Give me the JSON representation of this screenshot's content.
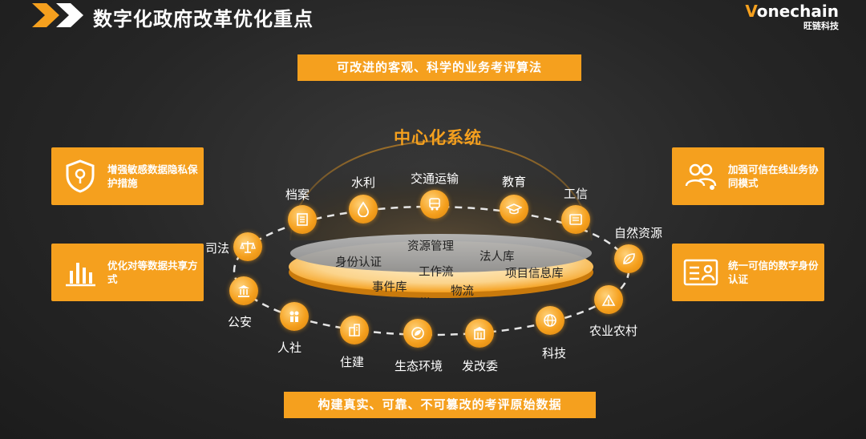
{
  "header": {
    "title": "数字化政府改革优化重点"
  },
  "logo": {
    "brand_prefix": "V",
    "brand_rest": "onechain",
    "subtitle": "旺链科技"
  },
  "banners": {
    "top": "可改进的客观、科学的业务考评算法",
    "bottom": "构建真实、可靠、不可篡改的考评原始数据"
  },
  "center": {
    "title": "中心化系统"
  },
  "side_boxes": {
    "left_top": {
      "text": "增强敏感数据隐私保护措施",
      "icon": "shield-lock-icon"
    },
    "left_bottom": {
      "text": "优化对等数据共享方式",
      "icon": "bar-chart-icon"
    },
    "right_top": {
      "text": "加强可信在线业务协同模式",
      "icon": "users-network-icon"
    },
    "right_bottom": {
      "text": "统一可信的数字身份认证",
      "icon": "id-card-icon"
    }
  },
  "disc_labels": {
    "resource_mgmt": "资源管理",
    "identity_auth": "身份认证",
    "legal_person_db": "法人库",
    "workflow": "工作流",
    "project_info_db": "项目信息库",
    "event_db": "事件库",
    "logistics": "物流",
    "ellipsis": "..."
  },
  "nodes": {
    "archives": {
      "label": "档案",
      "icon": "document-icon"
    },
    "water": {
      "label": "水利",
      "icon": "water-drop-icon"
    },
    "transport": {
      "label": "交通运输",
      "icon": "bus-icon"
    },
    "education": {
      "label": "教育",
      "icon": "graduation-cap-icon"
    },
    "industry_it": {
      "label": "工信",
      "icon": "news-icon"
    },
    "natural_resources": {
      "label": "自然资源",
      "icon": "leaf-icon"
    },
    "agriculture": {
      "label": "农业农村",
      "icon": "farm-icon"
    },
    "technology": {
      "label": "科技",
      "icon": "globe-icon"
    },
    "development_reform": {
      "label": "发改委",
      "icon": "building-icon"
    },
    "ecology": {
      "label": "生态环境",
      "icon": "earth-leaf-icon"
    },
    "housing": {
      "label": "住建",
      "icon": "city-icon"
    },
    "human_resources": {
      "label": "人社",
      "icon": "people-icon"
    },
    "public_security": {
      "label": "公安",
      "icon": "institution-icon"
    },
    "justice": {
      "label": "司法",
      "icon": "scales-icon"
    }
  },
  "colors": {
    "accent": "#f5a01e",
    "disc_top": "#a8a8a8",
    "disc_band": "#f8d79a"
  }
}
